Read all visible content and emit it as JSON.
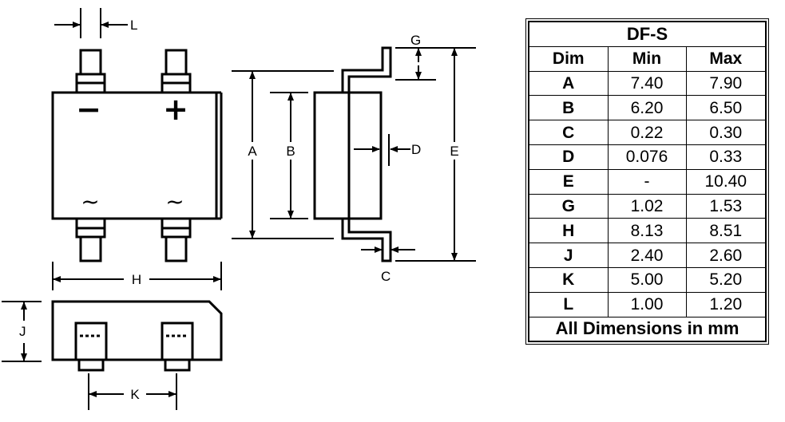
{
  "diagram": {
    "labels": {
      "L": "L",
      "G": "G",
      "A": "A",
      "B": "B",
      "D": "D",
      "E": "E",
      "C": "C",
      "H": "H",
      "J": "J",
      "K": "K"
    },
    "symbols": {
      "minus": "−",
      "plus": "+",
      "ac_left": "~",
      "ac_right": "~"
    }
  },
  "table": {
    "title": "DF-S",
    "headers": [
      "Dim",
      "Min",
      "Max"
    ],
    "rows": [
      [
        "A",
        "7.40",
        "7.90"
      ],
      [
        "B",
        "6.20",
        "6.50"
      ],
      [
        "C",
        "0.22",
        "0.30"
      ],
      [
        "D",
        "0.076",
        "0.33"
      ],
      [
        "E",
        "-",
        "10.40"
      ],
      [
        "G",
        "1.02",
        "1.53"
      ],
      [
        "H",
        "8.13",
        "8.51"
      ],
      [
        "J",
        "2.40",
        "2.60"
      ],
      [
        "K",
        "5.00",
        "5.20"
      ],
      [
        "L",
        "1.00",
        "1.20"
      ]
    ],
    "footer": "All Dimensions in mm"
  }
}
